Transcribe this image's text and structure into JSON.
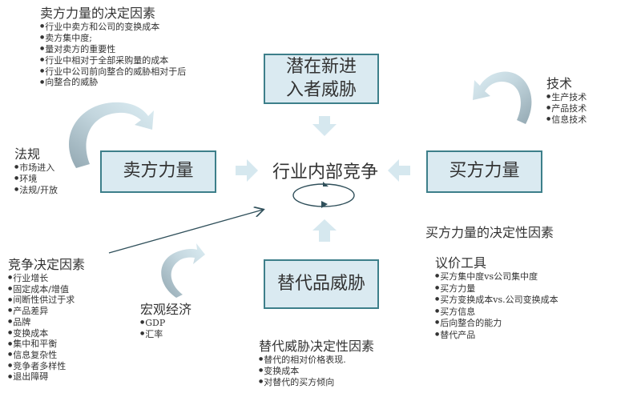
{
  "boxes": {
    "new_entrants": "潜在新进\n入者威胁",
    "new_entrants_l1": "潜在新进",
    "new_entrants_l2": "入者威胁",
    "suppliers": "卖方力量",
    "buyers": "买方力量",
    "substitutes": "替代品威胁"
  },
  "center": {
    "title": "行业内部竞争"
  },
  "supplier_factors": {
    "title": "卖方力量的决定因素",
    "items": [
      "行业中卖方和公司的变换成本",
      "卖方集中度;",
      "量对卖方的重要性",
      "行业中相对于全部采购量的成本",
      "行业中公司前向整合的威胁相对于后",
      "向整合的威胁"
    ]
  },
  "regulation": {
    "title": "法规",
    "items": [
      "市场进入",
      "环境",
      "法规/开放"
    ]
  },
  "competition_factors": {
    "title": "竞争决定因素",
    "items": [
      "行业增长",
      "固定成本/增值",
      "间断性供过于求",
      "产品差异",
      "品牌",
      "变换成本",
      "集中和平衡",
      "信息复杂性",
      "竞争者多样性",
      "退出障碍"
    ]
  },
  "macro": {
    "title": "宏观经济",
    "items": [
      "GDP",
      "汇率"
    ]
  },
  "substitute_factors": {
    "title": "替代威胁决定性因素",
    "items": [
      "替代的相对价格表现.",
      "变换成本",
      "对替代的买方倾向"
    ]
  },
  "technology": {
    "title": "技术",
    "items": [
      "生产技术",
      "产品技术",
      "信息技术"
    ]
  },
  "buyer_factors": {
    "title": "买方力量的决定性因素",
    "subtitle": "议价工具",
    "items": [
      "买方集中度vs公司集中度",
      "买方力量",
      "买方变换成本vs.公司变换成本",
      "买方信息",
      "后向整合的能力",
      "替代产品"
    ]
  },
  "colors": {
    "box_fill": "#daeaf1",
    "box_border": "#3d7f8a",
    "block_arrow": "#d6e8ef",
    "curved_arrow_dark": "#9fb2bb",
    "curved_arrow_light": "#d9ebf2",
    "line": "#2f4f5a"
  }
}
